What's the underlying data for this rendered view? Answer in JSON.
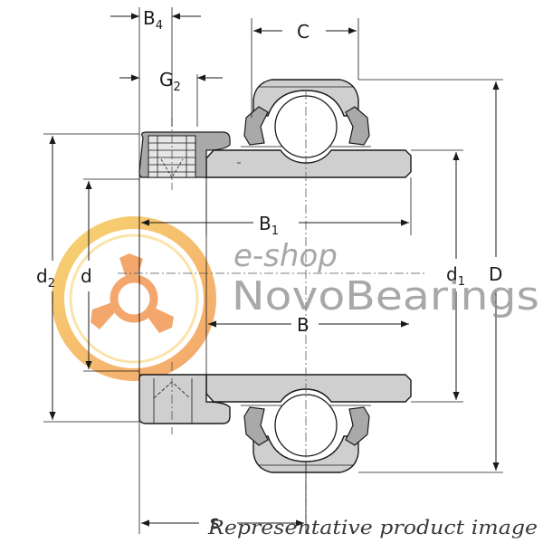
{
  "labels": {
    "B4": {
      "main": "B",
      "sub": "4"
    },
    "G2": {
      "main": "G",
      "sub": "2"
    },
    "C": {
      "main": "C"
    },
    "B1": {
      "main": "B",
      "sub": "1"
    },
    "B": {
      "main": "B"
    },
    "d2": {
      "main": "d",
      "sub": "2"
    },
    "d": {
      "main": "d"
    },
    "d1": {
      "main": "d",
      "sub": "1"
    },
    "D": {
      "main": "D"
    },
    "s": {
      "main": "s"
    }
  },
  "watermark": {
    "eshop": "e-shop",
    "brand": "NovoBearings"
  },
  "footer": "Representative product image",
  "colors": {
    "part_fill": "#cfcfcf",
    "dark_fill": "#a9a9a9",
    "line": "#1a1a1a",
    "logo_orange": "#f08a3c",
    "logo_yellow": "#f5c542",
    "watermark_gray": "#8c8c8c"
  }
}
